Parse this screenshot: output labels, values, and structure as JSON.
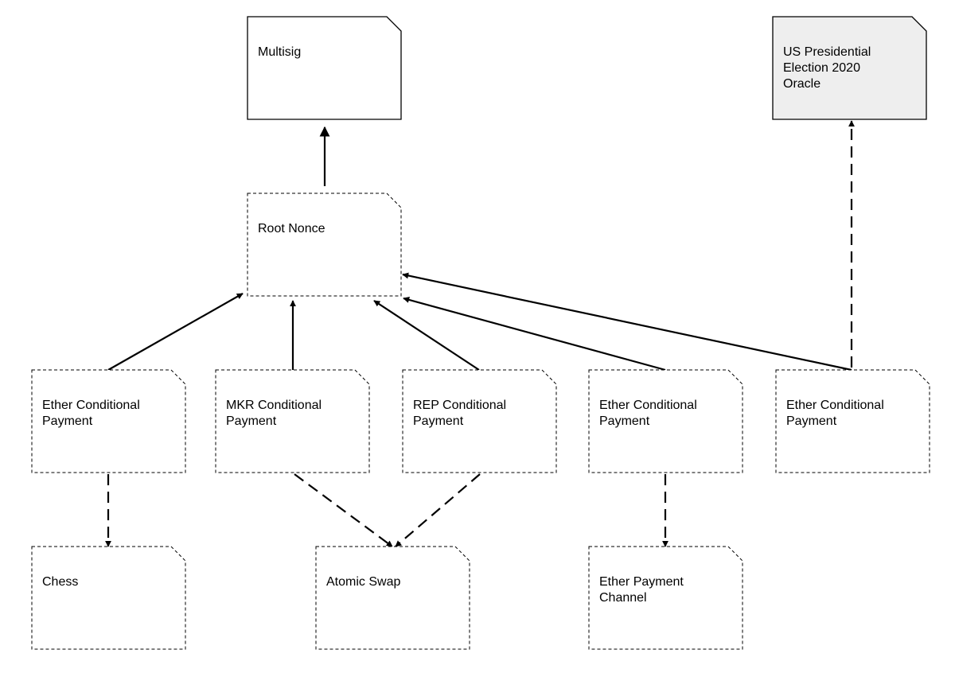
{
  "nodes": [
    {
      "id": "multisig",
      "label_lines": [
        "Multisig"
      ],
      "border": "solid",
      "fill": "#ffffff"
    },
    {
      "id": "oracle",
      "label_lines": [
        "US Presidential",
        "Election 2020",
        "Oracle"
      ],
      "border": "solid",
      "fill": "#eeeeee"
    },
    {
      "id": "root-nonce",
      "label_lines": [
        "Root Nonce"
      ],
      "border": "dashed",
      "fill": "#ffffff"
    },
    {
      "id": "ether-conditional-payment-1",
      "label_lines": [
        "Ether Conditional",
        "Payment"
      ],
      "border": "dashed",
      "fill": "#ffffff"
    },
    {
      "id": "mkr-conditional-payment",
      "label_lines": [
        "MKR Conditional",
        "Payment"
      ],
      "border": "dashed",
      "fill": "#ffffff"
    },
    {
      "id": "rep-conditional-payment",
      "label_lines": [
        "REP Conditional",
        "Payment"
      ],
      "border": "dashed",
      "fill": "#ffffff"
    },
    {
      "id": "ether-conditional-payment-2",
      "label_lines": [
        "Ether Conditional",
        "Payment"
      ],
      "border": "dashed",
      "fill": "#ffffff"
    },
    {
      "id": "ether-conditional-payment-3",
      "label_lines": [
        "Ether Conditional",
        "Payment"
      ],
      "border": "dashed",
      "fill": "#ffffff"
    },
    {
      "id": "chess",
      "label_lines": [
        "Chess"
      ],
      "border": "dashed",
      "fill": "#ffffff"
    },
    {
      "id": "atomic-swap",
      "label_lines": [
        "Atomic Swap"
      ],
      "border": "dashed",
      "fill": "#ffffff"
    },
    {
      "id": "ether-payment-channel",
      "label_lines": [
        "Ether Payment",
        "Channel"
      ],
      "border": "dashed",
      "fill": "#ffffff"
    }
  ],
  "edges": [
    {
      "from": "root-nonce",
      "to": "multisig",
      "style": "solid"
    },
    {
      "from": "ether-conditional-payment-1",
      "to": "root-nonce",
      "style": "solid"
    },
    {
      "from": "mkr-conditional-payment",
      "to": "root-nonce",
      "style": "solid"
    },
    {
      "from": "rep-conditional-payment",
      "to": "root-nonce",
      "style": "solid"
    },
    {
      "from": "ether-conditional-payment-2",
      "to": "root-nonce",
      "style": "solid"
    },
    {
      "from": "ether-conditional-payment-3",
      "to": "root-nonce",
      "style": "solid"
    },
    {
      "from": "ether-conditional-payment-3",
      "to": "oracle",
      "style": "dashed"
    },
    {
      "from": "ether-conditional-payment-1",
      "to": "chess",
      "style": "dashed"
    },
    {
      "from": "mkr-conditional-payment",
      "to": "atomic-swap",
      "style": "dashed"
    },
    {
      "from": "rep-conditional-payment",
      "to": "atomic-swap",
      "style": "dashed"
    },
    {
      "from": "ether-conditional-payment-2",
      "to": "ether-payment-channel",
      "style": "dashed"
    }
  ],
  "colors": {
    "stroke": "#000000",
    "text": "#000000"
  }
}
